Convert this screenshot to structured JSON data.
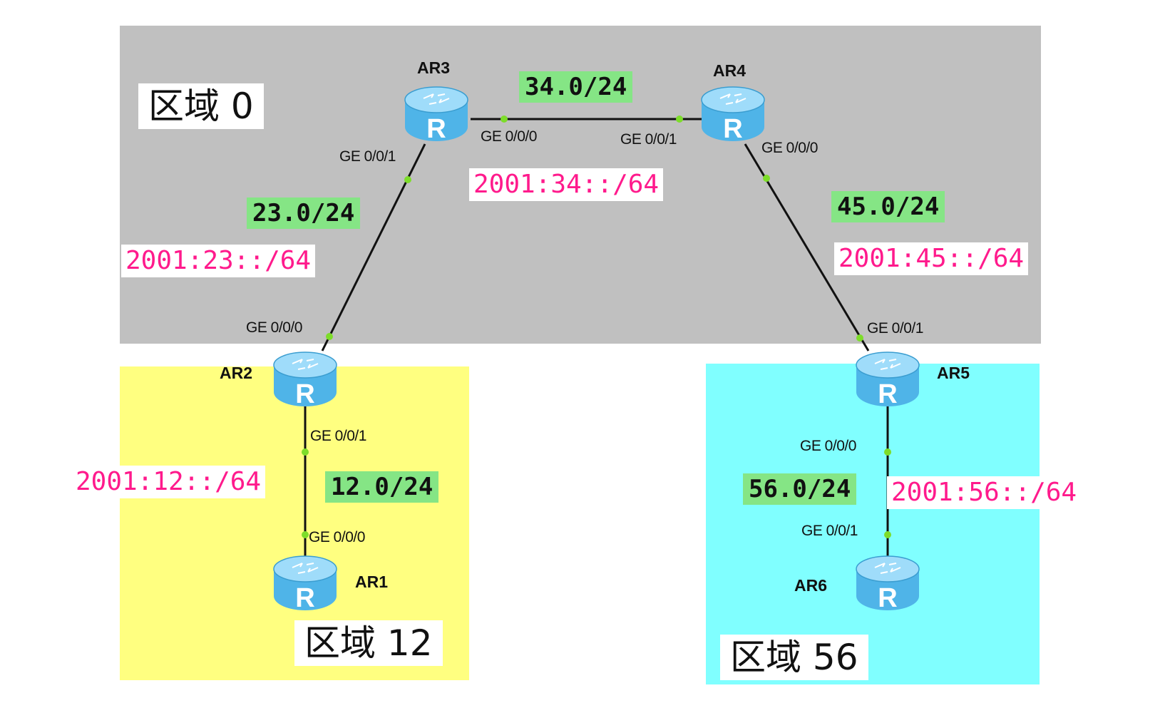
{
  "colors": {
    "area0": "#c0c0c0",
    "area12": "#ffff80",
    "area56": "#80ffff",
    "subnet_v4_bg": "#85e585",
    "subnet_v6_text": "#ff1a8c",
    "link": "#111111",
    "port_dot": "#7ddd2a",
    "router_body": "#4fb4e8"
  },
  "areas": {
    "area0": "区域 0",
    "area12": "区域 12",
    "area56": "区域 56"
  },
  "routers": {
    "ar1": "AR1",
    "ar2": "AR2",
    "ar3": "AR3",
    "ar4": "AR4",
    "ar5": "AR5",
    "ar6": "AR6"
  },
  "ports": {
    "ar3_ge001": "GE 0/0/1",
    "ar3_ge000": "GE 0/0/0",
    "ar4_ge001": "GE 0/0/1",
    "ar4_ge000": "GE 0/0/0",
    "ar2_ge000": "GE 0/0/0",
    "ar2_ge001": "GE 0/0/1",
    "ar1_ge000": "GE 0/0/0",
    "ar5_ge001": "GE 0/0/1",
    "ar5_ge000": "GE 0/0/0",
    "ar6_ge001": "GE 0/0/1"
  },
  "subnets_v4": {
    "s34": "34.0/24",
    "s23": "23.0/24",
    "s45": "45.0/24",
    "s12": "12.0/24",
    "s56": "56.0/24"
  },
  "subnets_v6": {
    "s34": "2001:34::/64",
    "s23": "2001:23::/64",
    "s45": "2001:45::/64",
    "s12": "2001:12::/64",
    "s56": "2001:56::/64"
  },
  "icons": {
    "router": "router-icon"
  }
}
